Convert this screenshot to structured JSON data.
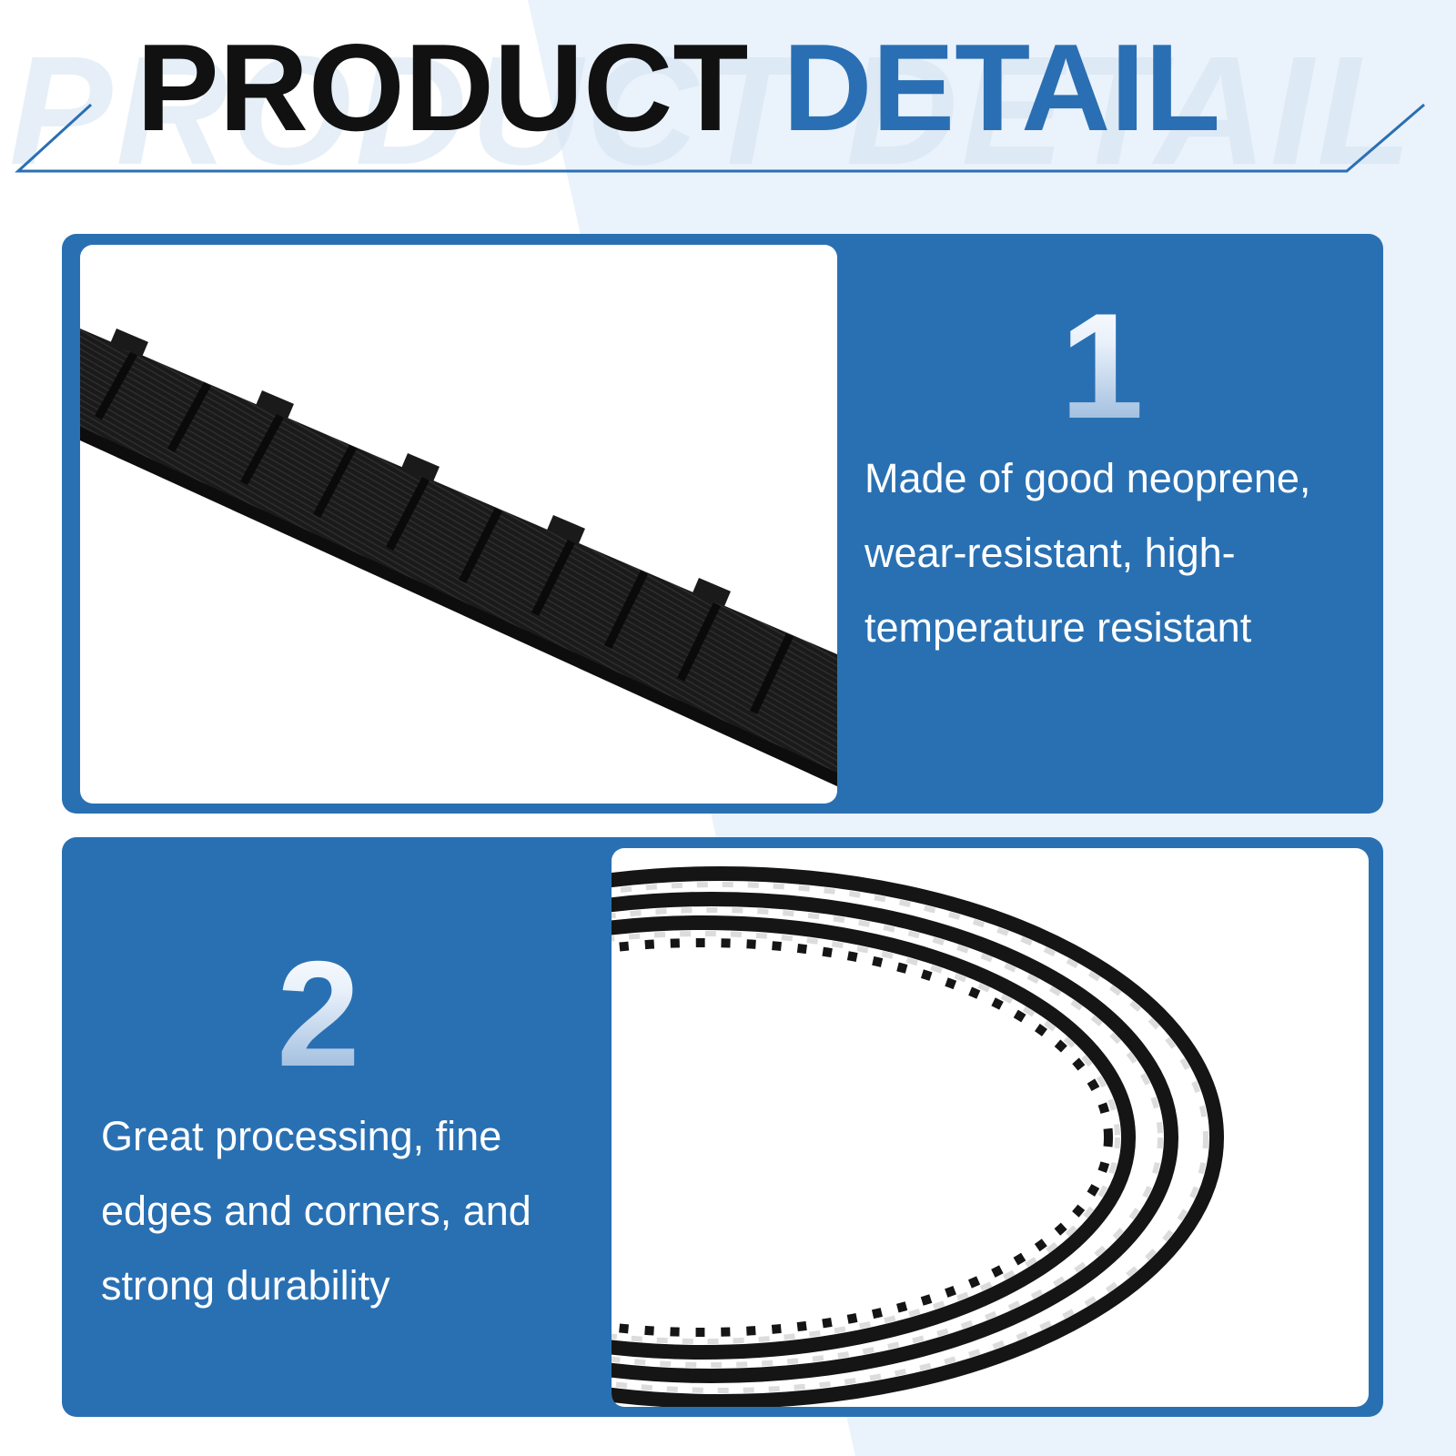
{
  "header": {
    "title_word_1": "PRODUCT",
    "title_word_2": "DETAIL",
    "ghost_text": "PRODUCT DETAIL"
  },
  "colors": {
    "accent_blue": "#2970b3",
    "title_dark": "#111111",
    "background_wedge": "#eaf2fb"
  },
  "features": [
    {
      "number": "1",
      "lines": [
        "Made of good neoprene,",
        "wear-resistant, high-",
        "temperature resistant"
      ],
      "photo": "timing-belt-closeup"
    },
    {
      "number": "2",
      "lines": [
        "Great processing, fine",
        "edges and corners, and",
        "strong durability"
      ],
      "photo": "timing-belt-loops"
    }
  ]
}
